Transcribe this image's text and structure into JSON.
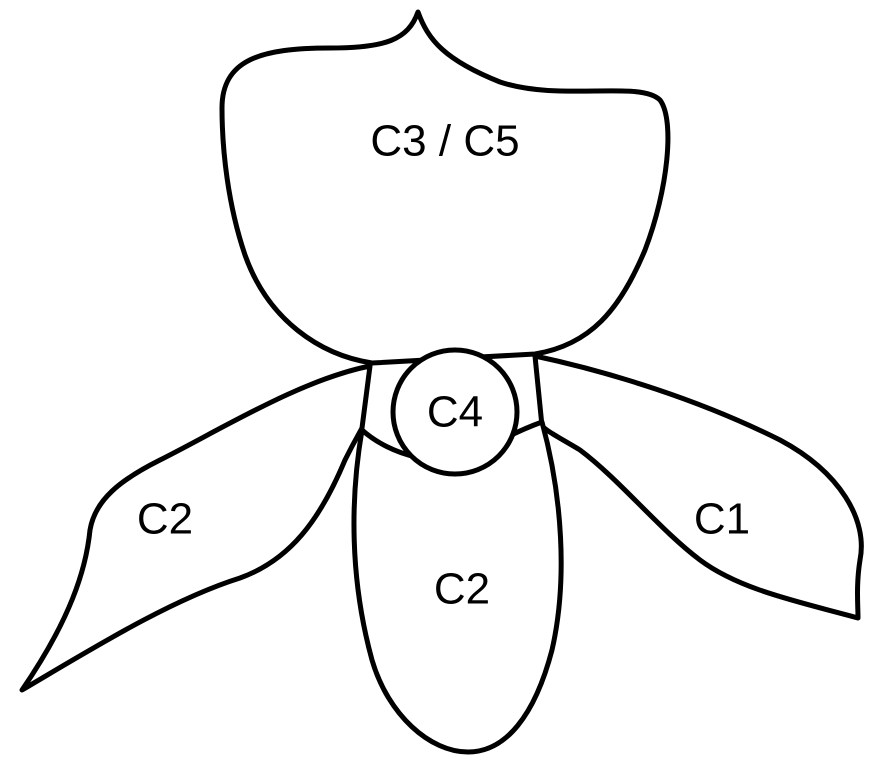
{
  "labels": {
    "dorsal": "C3 / C5",
    "center": "C4",
    "left_petal": "C2",
    "lip": "C2",
    "right_petal": "C1"
  },
  "colors": {
    "stroke": "#000000",
    "fill": "#ffffff",
    "background": "#ffffff"
  }
}
